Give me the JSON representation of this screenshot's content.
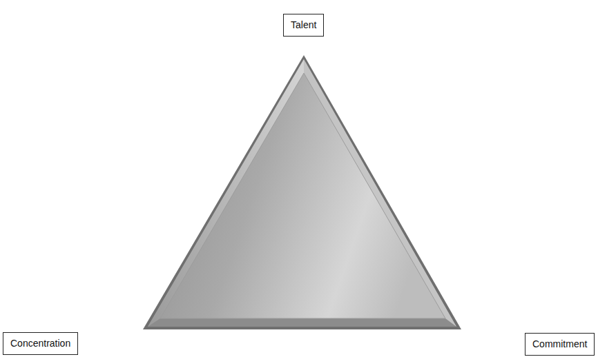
{
  "diagram": {
    "nodes": [
      {
        "text": [
          "Talent"
        ]
      },
      {
        "text": [
          "Concentration"
        ]
      },
      {
        "text": [
          "Commitment"
        ]
      }
    ]
  }
}
